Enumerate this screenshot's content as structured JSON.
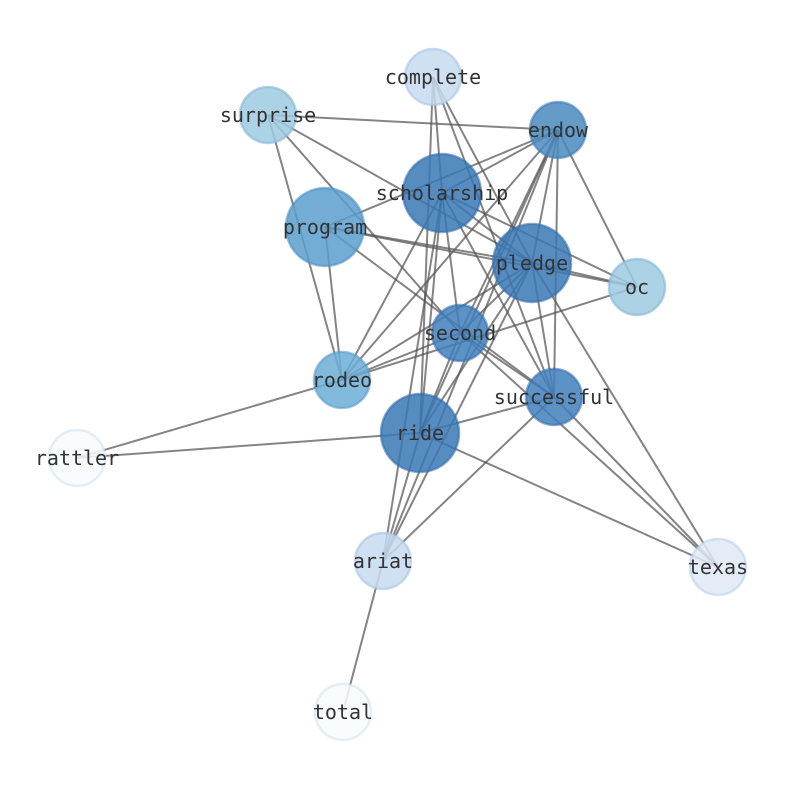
{
  "nodes": [
    {
      "id": "complete",
      "label": "complete",
      "color": "#c6dbef"
    },
    {
      "id": "surprise",
      "label": "surprise",
      "color": "#9ecae1"
    },
    {
      "id": "endow",
      "label": "endow",
      "color": "#4a89c0"
    },
    {
      "id": "scholarship",
      "label": "scholarship",
      "color": "#3a78b5"
    },
    {
      "id": "program",
      "label": "program",
      "color": "#5a9fcf"
    },
    {
      "id": "pledge",
      "label": "pledge",
      "color": "#3a78b5"
    },
    {
      "id": "oc",
      "label": "oc",
      "color": "#9ecae1"
    },
    {
      "id": "second",
      "label": "second",
      "color": "#3f7fbb"
    },
    {
      "id": "rodeo",
      "label": "rodeo",
      "color": "#6baed6"
    },
    {
      "id": "successful",
      "label": "successful",
      "color": "#3f7fbb"
    },
    {
      "id": "ride",
      "label": "ride",
      "color": "#3a78b5"
    },
    {
      "id": "rattler",
      "label": "rattler",
      "color": "#f7fbff"
    },
    {
      "id": "ariat",
      "label": "ariat",
      "color": "#c6dbef"
    },
    {
      "id": "texas",
      "label": "texas",
      "color": "#dee9f6"
    },
    {
      "id": "total",
      "label": "total",
      "color": "#f7fbff"
    }
  ],
  "edges": [
    [
      "surprise",
      "endow"
    ],
    [
      "surprise",
      "pledge"
    ],
    [
      "surprise",
      "rodeo"
    ],
    [
      "surprise",
      "second"
    ],
    [
      "complete",
      "scholarship"
    ],
    [
      "complete",
      "ride"
    ],
    [
      "complete",
      "pledge"
    ],
    [
      "complete",
      "successful"
    ],
    [
      "endow",
      "program"
    ],
    [
      "endow",
      "scholarship"
    ],
    [
      "endow",
      "pledge"
    ],
    [
      "endow",
      "second"
    ],
    [
      "endow",
      "rodeo"
    ],
    [
      "endow",
      "ride"
    ],
    [
      "endow",
      "ariat"
    ],
    [
      "endow",
      "successful"
    ],
    [
      "endow",
      "oc"
    ],
    [
      "scholarship",
      "pledge"
    ],
    [
      "scholarship",
      "second"
    ],
    [
      "scholarship",
      "successful"
    ],
    [
      "scholarship",
      "rodeo"
    ],
    [
      "scholarship",
      "ride"
    ],
    [
      "scholarship",
      "ariat"
    ],
    [
      "scholarship",
      "oc"
    ],
    [
      "program",
      "pledge"
    ],
    [
      "program",
      "oc"
    ],
    [
      "program",
      "rodeo"
    ],
    [
      "program",
      "successful"
    ],
    [
      "pledge",
      "second"
    ],
    [
      "pledge",
      "rodeo"
    ],
    [
      "pledge",
      "ride"
    ],
    [
      "pledge",
      "ariat"
    ],
    [
      "pledge",
      "successful"
    ],
    [
      "pledge",
      "oc"
    ],
    [
      "pledge",
      "texas"
    ],
    [
      "oc",
      "rodeo"
    ],
    [
      "second",
      "rodeo"
    ],
    [
      "second",
      "successful"
    ],
    [
      "second",
      "texas"
    ],
    [
      "second",
      "ride"
    ],
    [
      "rodeo",
      "rattler"
    ],
    [
      "ride",
      "rattler"
    ],
    [
      "ride",
      "successful"
    ],
    [
      "ride",
      "texas"
    ],
    [
      "ride",
      "ariat"
    ],
    [
      "successful",
      "ariat"
    ],
    [
      "successful",
      "texas"
    ],
    [
      "ariat",
      "total"
    ]
  ]
}
